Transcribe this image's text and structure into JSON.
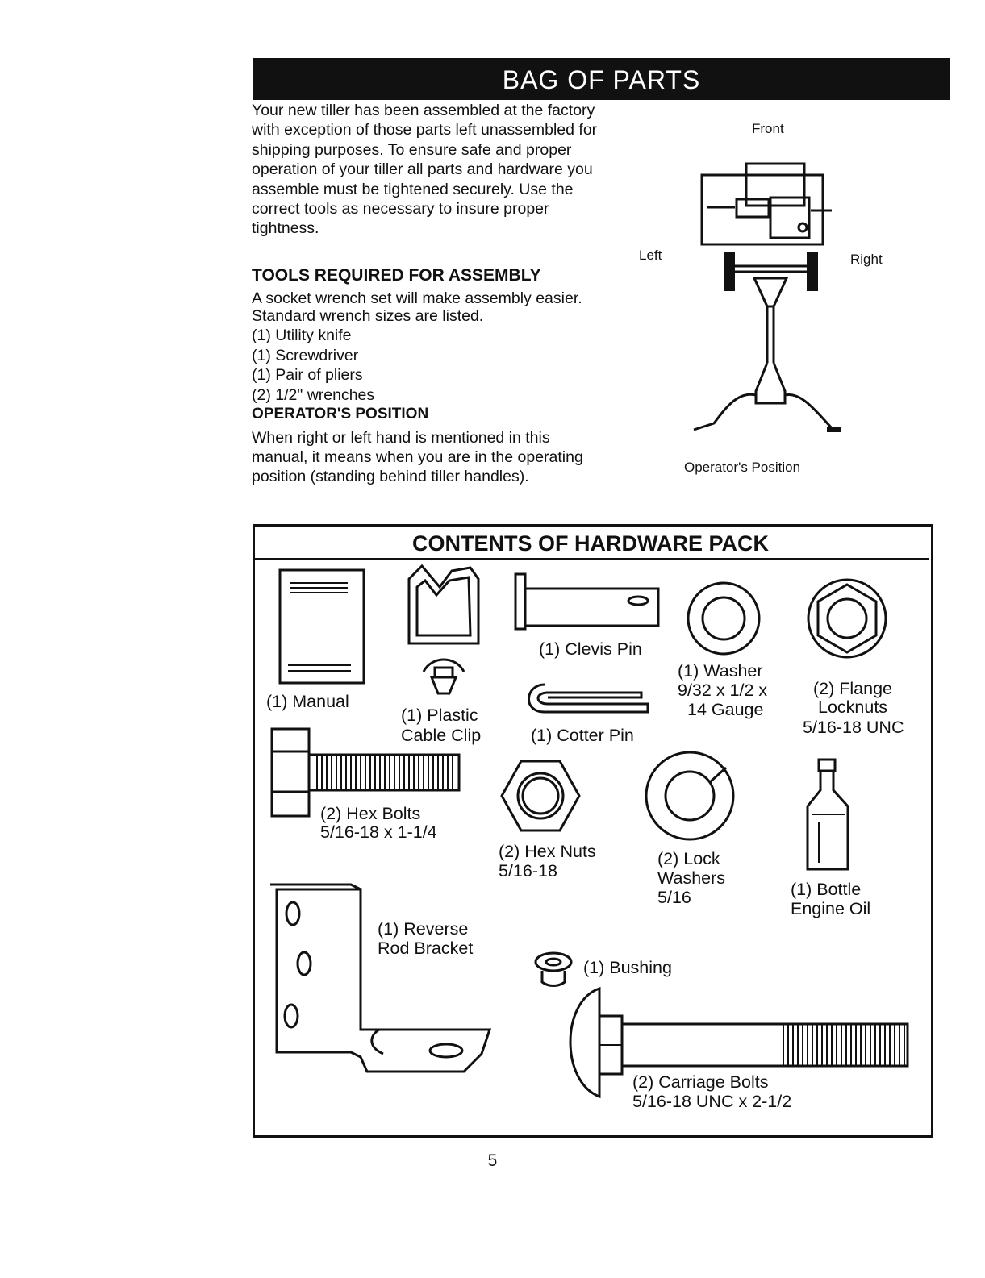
{
  "header": {
    "title": "BAG OF PARTS"
  },
  "intro": {
    "text": "Your new tiller has been assembled at the factory with exception of those parts left unassembled for shipping purposes. To ensure safe and proper operation of your tiller all parts and hardware you assemble must be tightened securely. Use the correct tools as necessary to insure proper tightness."
  },
  "tools": {
    "heading": "TOOLS REQUIRED FOR ASSEMBLY",
    "intro": "A socket wrench set will make assembly easier.  Standard wrench sizes are listed.",
    "items": [
      "(1) Utility knife",
      "(1) Screwdriver",
      "(1) Pair of pliers",
      "(2) 1/2\" wrenches"
    ]
  },
  "operator": {
    "heading": "OPERATOR'S POSITION",
    "text": "When right or left hand is mentioned in this manual, it means when you are in the operating position (standing behind tiller handles)."
  },
  "diagram": {
    "front": "Front",
    "left": "Left",
    "right": "Right",
    "caption": "Operator's Position"
  },
  "hardware": {
    "title": "CONTENTS OF HARDWARE PACK",
    "manual": {
      "line1": "(1) Manual"
    },
    "cable_clip": {
      "line1": "(1) Plastic",
      "line2": "Cable Clip"
    },
    "clevis_pin": {
      "line1": "(1) Clevis Pin"
    },
    "cotter_pin": {
      "line1": "(1) Cotter Pin"
    },
    "washer": {
      "line1": "(1) Washer",
      "line2": "9/32 x 1/2 x",
      "line3": "14 Gauge"
    },
    "flange_locknuts": {
      "line1": "(2) Flange",
      "line2": "Locknuts",
      "line3": "5/16-18 UNC"
    },
    "hex_bolts": {
      "line1": "(2) Hex Bolts",
      "line2": "5/16-18 x 1-1/4"
    },
    "hex_nuts": {
      "line1": "(2) Hex Nuts",
      "line2": "5/16-18"
    },
    "lock_washers": {
      "line1": "(2) Lock",
      "line2": "Washers",
      "line3": "5/16"
    },
    "engine_oil": {
      "line1": "(1) Bottle",
      "line2": "Engine Oil"
    },
    "reverse_rod_bracket": {
      "line1": "(1) Reverse",
      "line2": "Rod Bracket"
    },
    "bushing": {
      "line1": "(1) Bushing"
    },
    "carriage_bolts": {
      "line1": "(2) Carriage Bolts",
      "line2": "5/16-18 UNC x 2-1/2"
    }
  },
  "page": {
    "number": "5"
  }
}
